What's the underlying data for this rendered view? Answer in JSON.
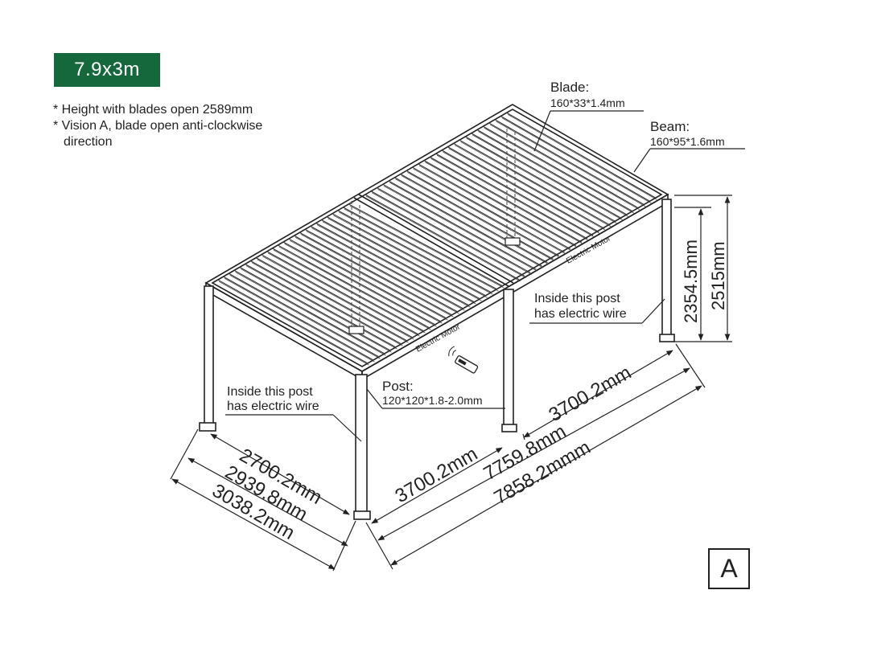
{
  "size_badge": "7.9x3m",
  "notes": {
    "line1": "* Height with blades open 2589mm",
    "line2": "* Vision A, blade open anti-clockwise",
    "line3": "direction"
  },
  "labels": {
    "blade_title": "Blade:",
    "blade_spec": "160*33*1.4mm",
    "beam_title": "Beam:",
    "beam_spec": "160*95*1.6mm",
    "post_title": "Post:",
    "post_spec": "120*120*1.8-2.0mm",
    "wire_right_1": "Inside this post",
    "wire_right_2": "has electric wire",
    "wire_left_1": "Inside this post",
    "wire_left_2": "has electric wire",
    "motor_left": "Electric Motor",
    "motor_right": "Electric Motor"
  },
  "dimensions": {
    "height_inner": "2354.5mm",
    "height_outer": "2515mm",
    "right_3700": "3700.2mm",
    "front_3700": "3700.2mm",
    "len_7759": "7759.8mm",
    "len_7858": "7858.2mmm",
    "w_2700": "2700.2mm",
    "w_2939": "2939.8mm",
    "w_3038": "3038.2mm"
  },
  "vision_label": "A",
  "colors": {
    "badge_bg": "#14683c",
    "line": "#222222"
  }
}
